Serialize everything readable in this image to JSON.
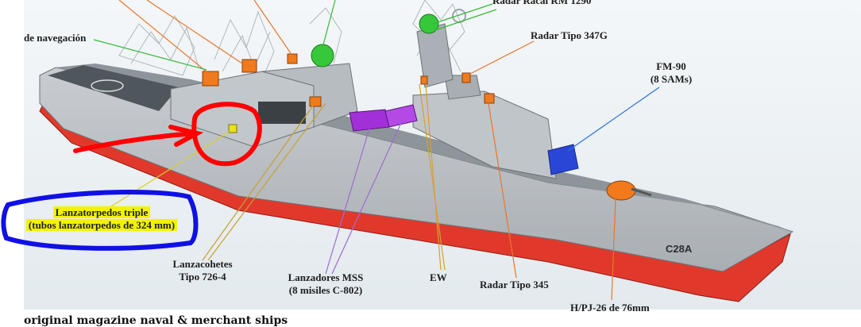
{
  "labels": {
    "navegacion": "de navegación",
    "racal": "Radar Racal RM 1290",
    "tipo347g": "Radar Tipo 347G",
    "fm90_line1": "FM-90",
    "fm90_line2": "(8 SAMs)",
    "torpedo_line1": "Lanzatorpedos triple",
    "torpedo_line2": "(tubos lanzatorpedos de 324 mm)",
    "lanzacohetes_line1": "Lanzacohetes",
    "lanzacohetes_line2": "Tipo 726-4",
    "mss_line1": "Lanzadores MSS",
    "mss_line2": "(8 misiles C-802)",
    "ew": "EW",
    "tipo345": "Radar Tipo 345",
    "gun": "H/PJ-26 de 76mm",
    "hull_number": "C28A"
  },
  "caption": "original magazine naval & merchant ships",
  "colors": {
    "hull_gray": "#b7bcc1",
    "hull_red": "#e0392b",
    "radar_green": "#36c83a",
    "sensor_orange": "#f07a1c",
    "launcher_purple": "#a230d8",
    "sam_blue": "#2a46d6",
    "torpedo_yellow": "#e9e21a",
    "annotation_red": "#ff0000",
    "annotation_blue": "#1010e6"
  }
}
